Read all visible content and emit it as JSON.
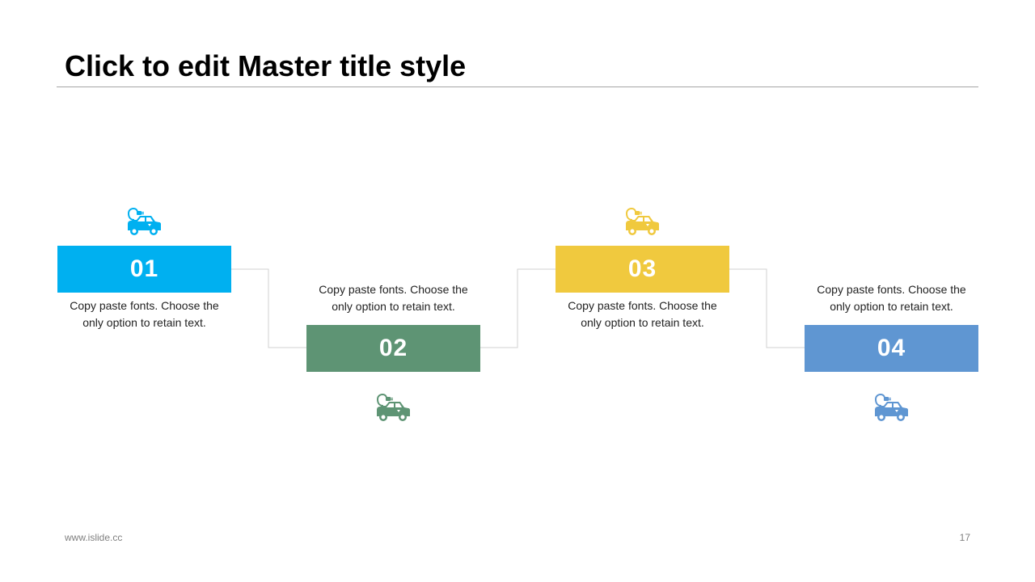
{
  "slide": {
    "title": "Click to edit Master title style",
    "footer_url": "www.islide.cc",
    "page_number": "17"
  },
  "steps": [
    {
      "number": "01",
      "text_line1": "Copy paste fonts. Choose the",
      "text_line2": "only option to retain text.",
      "color": "#00b0f0",
      "icon": "electric-car-icon"
    },
    {
      "number": "02",
      "text_line1": "Copy paste fonts. Choose the",
      "text_line2": "only option to retain text.",
      "color": "#5e9474",
      "icon": "electric-car-icon"
    },
    {
      "number": "03",
      "text_line1": "Copy paste fonts. Choose the",
      "text_line2": "only option to retain text.",
      "color": "#f0c93e",
      "icon": "electric-car-icon"
    },
    {
      "number": "04",
      "text_line1": "Copy paste fonts. Choose the",
      "text_line2": "only option to retain text.",
      "color": "#5f96d2",
      "icon": "electric-car-icon"
    }
  ]
}
